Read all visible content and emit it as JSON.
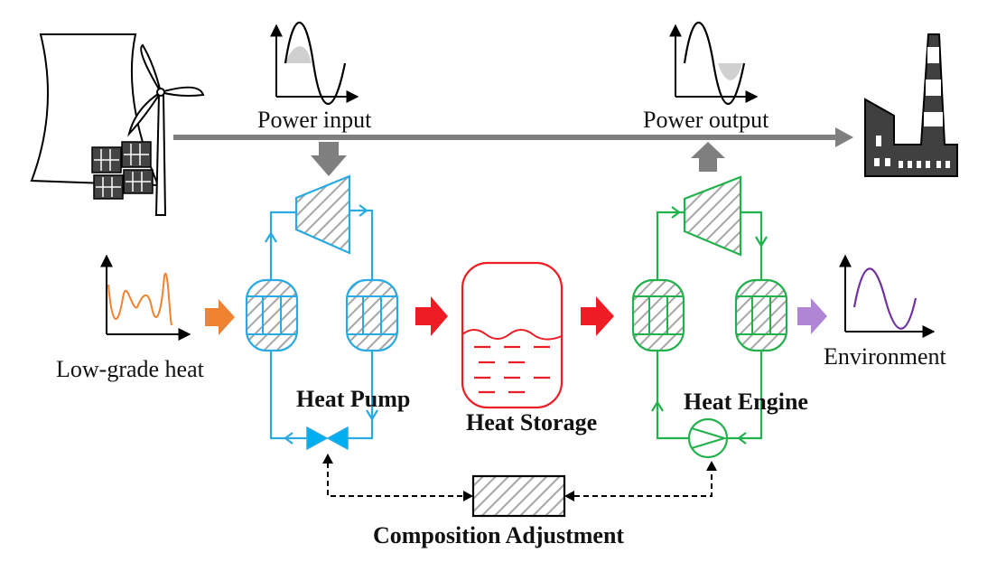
{
  "labels": {
    "power_input": "Power input",
    "power_output": "Power output",
    "low_grade_heat": "Low-grade heat",
    "environment": "Environment",
    "heat_pump": "Heat Pump",
    "heat_storage": "Heat Storage",
    "heat_engine": "Heat Engine",
    "composition_adjustment": "Composition Adjustment"
  },
  "colors": {
    "heat_pump": "#29abe2",
    "heat_engine": "#22b14c",
    "heat_storage": "#ee1c24",
    "low_grade_heat": "#f08230",
    "environment": "#b185d6",
    "environment_wave": "#7030a0",
    "power_arrow": "#7f7f7f",
    "hatch": "#a6a6a6"
  },
  "icons": {
    "source": "cooling-tower-wind-turbine-solar-panel-icon",
    "sink": "factory-icon"
  }
}
